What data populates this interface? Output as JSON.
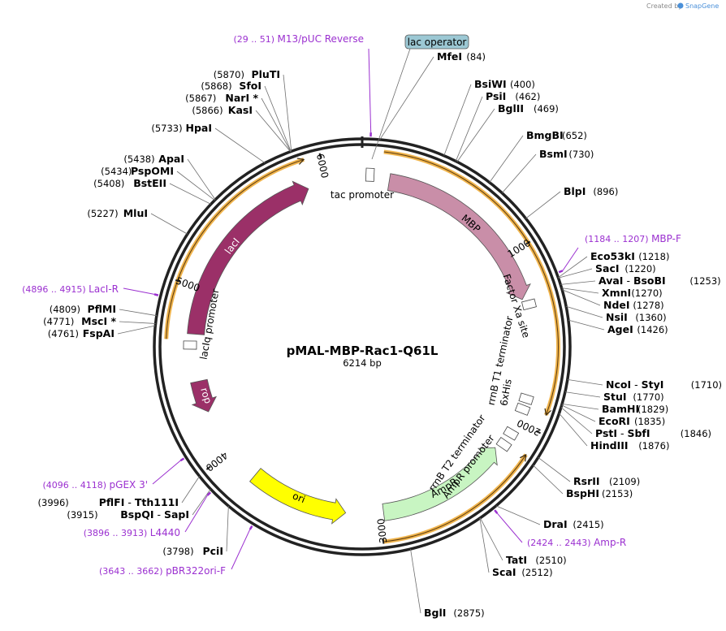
{
  "credit": {
    "prefix": "Created by",
    "brand": "SnapGene"
  },
  "plasmid": {
    "name": "pMAL-MBP-Rac1-Q61L",
    "size_label": "6214 bp",
    "length": 6214
  },
  "ticks": [
    {
      "pos": 1000,
      "label": "1000"
    },
    {
      "pos": 2000,
      "label": "2000"
    },
    {
      "pos": 3000,
      "label": "3000"
    },
    {
      "pos": 4000,
      "label": "4000"
    },
    {
      "pos": 5000,
      "label": "5000"
    },
    {
      "pos": 6000,
      "label": "6000"
    }
  ],
  "colors": {
    "backbone": "#222222",
    "orf_band": "#f0b44c",
    "lacI": "#9b3068",
    "mbp": "#c98ea8",
    "ampr": "#c8f5c2",
    "ori": "#ffff00",
    "rop": "#9b3068",
    "primer": "#9b30d0",
    "lac_operator": "#9cc8d4",
    "tac_promoter": "#3a9ba8"
  },
  "features": [
    {
      "id": "mbp",
      "label": "MBP",
      "start": 160,
      "end": 1270,
      "dir": 1,
      "color": "#c98ea8",
      "r_in": 217,
      "r_out": 238,
      "label_r": 228,
      "label_color": "#000"
    },
    {
      "id": "laci",
      "label": "lacI",
      "start": 4735,
      "end": 5890,
      "dir": 1,
      "color": "#9b3068",
      "r_in": 217,
      "r_out": 238,
      "label_r": 228,
      "label_color": "#ffffff"
    },
    {
      "id": "ampr",
      "label": "AmpR",
      "start": 2195,
      "end": 2980,
      "dir": -1,
      "color": "#c8f5c2",
      "r_in": 217,
      "r_out": 238,
      "label_r": 228,
      "label_color": "#000"
    },
    {
      "id": "ori",
      "label": "ori",
      "start": 3205,
      "end": 3795,
      "dir": -1,
      "color": "#ffff00",
      "r_in": 217,
      "r_out": 238,
      "label_r": 228,
      "label_color": "#000"
    },
    {
      "id": "rop",
      "label": "rop",
      "start": 4265,
      "end": 4455,
      "dir": -1,
      "color": "#9b3068",
      "r_in": 217,
      "r_out": 238,
      "label_r": 228,
      "label_color": "#ffffff"
    }
  ],
  "orf_bands": [
    {
      "start": 110,
      "end": 1905,
      "dir": 1
    },
    {
      "start": 2130,
      "end": 3000,
      "dir": -1
    },
    {
      "start": 4700,
      "end": 5915,
      "dir": 1
    }
  ],
  "small_features": [
    {
      "id": "tac-promoter",
      "label": "tac promoter",
      "start": 30,
      "end": 60
    },
    {
      "id": "factor-xa-site",
      "label": "Factor Xa site",
      "start": 1295,
      "end": 1320
    },
    {
      "id": "6xhis",
      "label": "6xHis",
      "start": 1845,
      "end": 1870
    },
    {
      "id": "rrnb-t1-terminator",
      "label": "rrnB T1 terminator",
      "start": 1880,
      "end": 1960
    },
    {
      "id": "rrnb-t2-terminator",
      "label": "rrnB T2 terminator",
      "start": 2060,
      "end": 2090
    },
    {
      "id": "ampr-promoter",
      "label": "AmpR promoter",
      "start": 2120,
      "end": 2180
    },
    {
      "id": "laciq-promoter",
      "label": "lacIq promoter",
      "start": 4640,
      "end": 4700
    }
  ],
  "lac_operator": {
    "label": "lac operator",
    "pos": 60
  },
  "sites": [
    {
      "name": "MfeI",
      "pos": 84,
      "pos_label": "(84)"
    },
    {
      "name": "BsiWI",
      "pos": 400,
      "pos_label": "(400)"
    },
    {
      "name": "PsiI",
      "pos": 462,
      "pos_label": "(462)"
    },
    {
      "name": "BglII",
      "pos": 469,
      "pos_label": "(469)"
    },
    {
      "name": "BmgBI",
      "pos": 652,
      "pos_label": "(652)"
    },
    {
      "name": "BsmI",
      "pos": 730,
      "pos_label": "(730)"
    },
    {
      "name": "BlpI",
      "pos": 896,
      "pos_label": "(896)"
    },
    {
      "name": "Eco53kI",
      "pos": 1218,
      "pos_label": "(1218)"
    },
    {
      "name": "SacI",
      "pos": 1220,
      "pos_label": "(1220)"
    },
    {
      "name": "AvaI  -  BsoBI",
      "pos": 1253,
      "pos_label": "(1253)"
    },
    {
      "name": "XmnI",
      "pos": 1270,
      "pos_label": "(1270)"
    },
    {
      "name": "NdeI",
      "pos": 1278,
      "pos_label": "(1278)"
    },
    {
      "name": "NsiI",
      "pos": 1360,
      "pos_label": "(1360)"
    },
    {
      "name": "AgeI",
      "pos": 1426,
      "pos_label": "(1426)"
    },
    {
      "name": "NcoI  -  StyI",
      "pos": 1710,
      "pos_label": "(1710)"
    },
    {
      "name": "StuI",
      "pos": 1770,
      "pos_label": "(1770)"
    },
    {
      "name": "BamHI",
      "pos": 1829,
      "pos_label": "(1829)"
    },
    {
      "name": "EcoRI",
      "pos": 1835,
      "pos_label": "(1835)"
    },
    {
      "name": "PstI  -  SbfI",
      "pos": 1846,
      "pos_label": "(1846)"
    },
    {
      "name": "HindIII",
      "pos": 1876,
      "pos_label": "(1876)"
    },
    {
      "name": "RsrII",
      "pos": 2109,
      "pos_label": "(2109)"
    },
    {
      "name": "BspHI",
      "pos": 2153,
      "pos_label": "(2153)"
    },
    {
      "name": "DraI",
      "pos": 2415,
      "pos_label": "(2415)"
    },
    {
      "name": "TatI",
      "pos": 2510,
      "pos_label": "(2510)"
    },
    {
      "name": "ScaI",
      "pos": 2512,
      "pos_label": "(2512)"
    },
    {
      "name": "BglI",
      "pos": 2875,
      "pos_label": "(2875)"
    },
    {
      "name": "PciI",
      "pos": 3798,
      "pos_label": "(3798)"
    },
    {
      "name": "BspQI  -  SapI",
      "pos": 3915,
      "pos_label": "(3915)"
    },
    {
      "name": "PflFI  -  Tth111I",
      "pos": 3996,
      "pos_label": "(3996)"
    },
    {
      "name": "FspAI",
      "pos": 4761,
      "pos_label": "(4761)"
    },
    {
      "name": "MscI *",
      "pos": 4771,
      "pos_label": "(4771)"
    },
    {
      "name": "PflMI",
      "pos": 4809,
      "pos_label": "(4809)"
    },
    {
      "name": "MluI",
      "pos": 5227,
      "pos_label": "(5227)"
    },
    {
      "name": "BstEII",
      "pos": 5408,
      "pos_label": "(5408)"
    },
    {
      "name": "PspOMI",
      "pos": 5434,
      "pos_label": "(5434)"
    },
    {
      "name": "ApaI",
      "pos": 5438,
      "pos_label": "(5438)"
    },
    {
      "name": "HpaI",
      "pos": 5733,
      "pos_label": "(5733)"
    },
    {
      "name": "KasI",
      "pos": 5866,
      "pos_label": "(5866)"
    },
    {
      "name": "NarI *",
      "pos": 5867,
      "pos_label": "(5867)"
    },
    {
      "name": "SfoI",
      "pos": 5868,
      "pos_label": "(5868)"
    },
    {
      "name": "PluTI",
      "pos": 5870,
      "pos_label": "(5870)"
    }
  ],
  "primers": [
    {
      "name": "M13/pUC Reverse",
      "range": "(29 .. 51)",
      "pos": 40
    },
    {
      "name": "MBP-F",
      "range": "(1184 .. 1207)",
      "pos": 1195
    },
    {
      "name": "Amp-R",
      "range": "(2424 .. 2443)",
      "pos": 2433
    },
    {
      "name": "pBR322ori-F",
      "range": "(3643 .. 3662)",
      "pos": 3652
    },
    {
      "name": "L4440",
      "range": "(3896 .. 3913)",
      "pos": 3904
    },
    {
      "name": "pGEX 3'",
      "range": "(4096 .. 4118)",
      "pos": 4107
    },
    {
      "name": "LacI-R",
      "range": "(4896 .. 4915)",
      "pos": 4905
    }
  ]
}
